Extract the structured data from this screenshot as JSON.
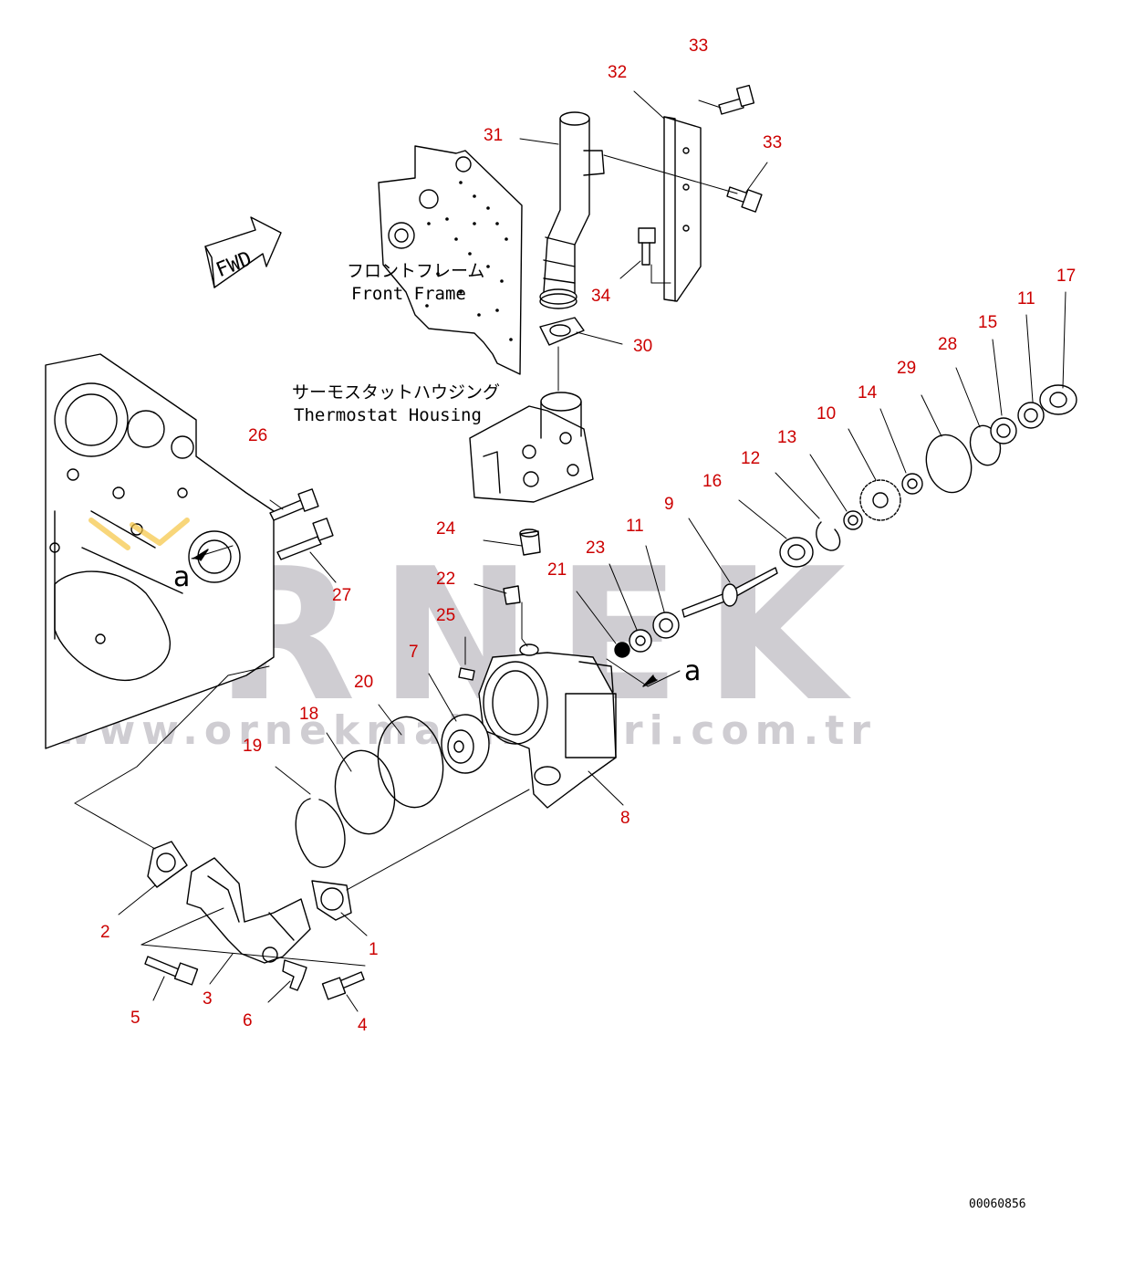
{
  "watermark": {
    "brand": "ORNEK",
    "url": "www.ornekmakinalari.com.tr",
    "color": "#cfcdd2"
  },
  "colors": {
    "callout": "#cc0000",
    "line": "#000000",
    "highlight": "#f5c542"
  },
  "direction_arrow": {
    "label": "FWD"
  },
  "labels": {
    "front_frame_jp": "フロントフレーム",
    "front_frame_en": "Front Frame",
    "thermostat_jp": "サーモスタットハウジング",
    "thermostat_en": "Thermostat Housing",
    "view_marker": "a",
    "view_marker_2": "a"
  },
  "drawing_number": "00060856",
  "callouts": [
    "33",
    "32",
    "33",
    "31",
    "34",
    "30",
    "17",
    "11",
    "15",
    "28",
    "29",
    "14",
    "10",
    "13",
    "12",
    "16",
    "9",
    "11",
    "23",
    "21",
    "24",
    "22",
    "25",
    "26",
    "27",
    "7",
    "20",
    "18",
    "19",
    "8",
    "2",
    "1",
    "3",
    "5",
    "6",
    "4"
  ]
}
